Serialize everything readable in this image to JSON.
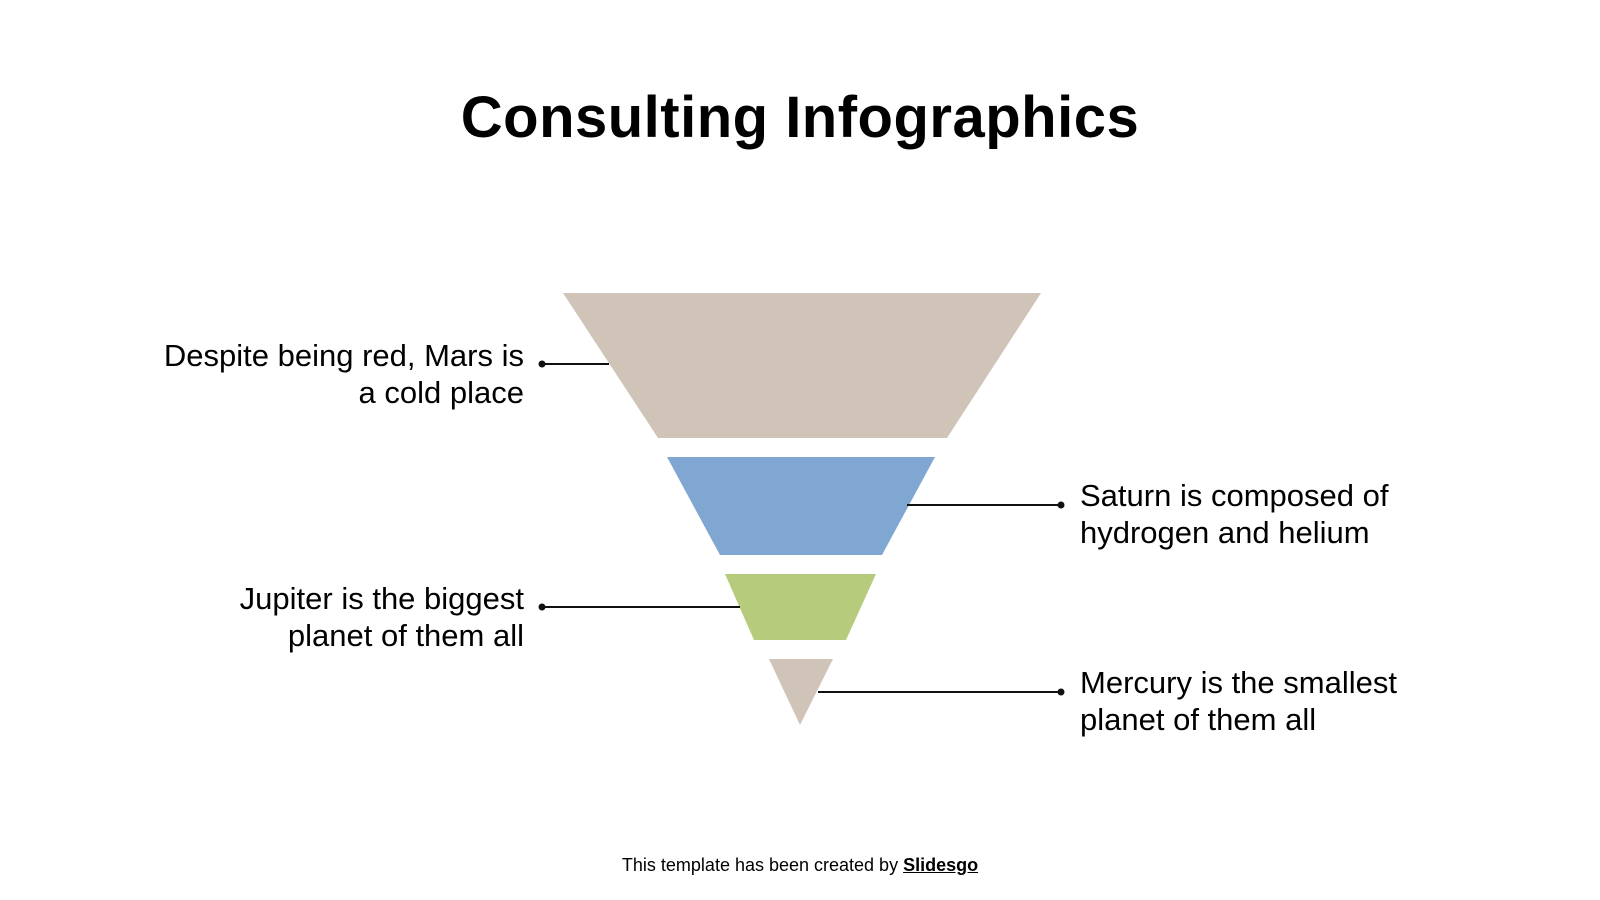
{
  "slide": {
    "title": "Consulting Infographics",
    "footer": {
      "prefix": "This template has been created by ",
      "brand": "Slidesgo"
    }
  },
  "funnel": {
    "layers": [
      {
        "name": "mars",
        "color": "#d0c3b8",
        "text": "Despite being red, Mars is\na cold place",
        "side": "left"
      },
      {
        "name": "saturn",
        "color": "#80a7d1",
        "text": "Saturn is composed of\nhydrogen and helium",
        "side": "right"
      },
      {
        "name": "jupiter",
        "color": "#b6cb7b",
        "text": "Jupiter is the biggest\nplanet of them all",
        "side": "left"
      },
      {
        "name": "mercury",
        "color": "#d0c3b8",
        "text": "Mercury is the smallest\nplanet of them all",
        "side": "right"
      }
    ]
  },
  "labels": {
    "mars": "Despite being red, Mars is\na cold place",
    "saturn": "Saturn is composed of\nhydrogen and helium",
    "jupiter": "Jupiter is the biggest\nplanet of them all",
    "mercury": "Mercury is the smallest\nplanet of them all"
  }
}
